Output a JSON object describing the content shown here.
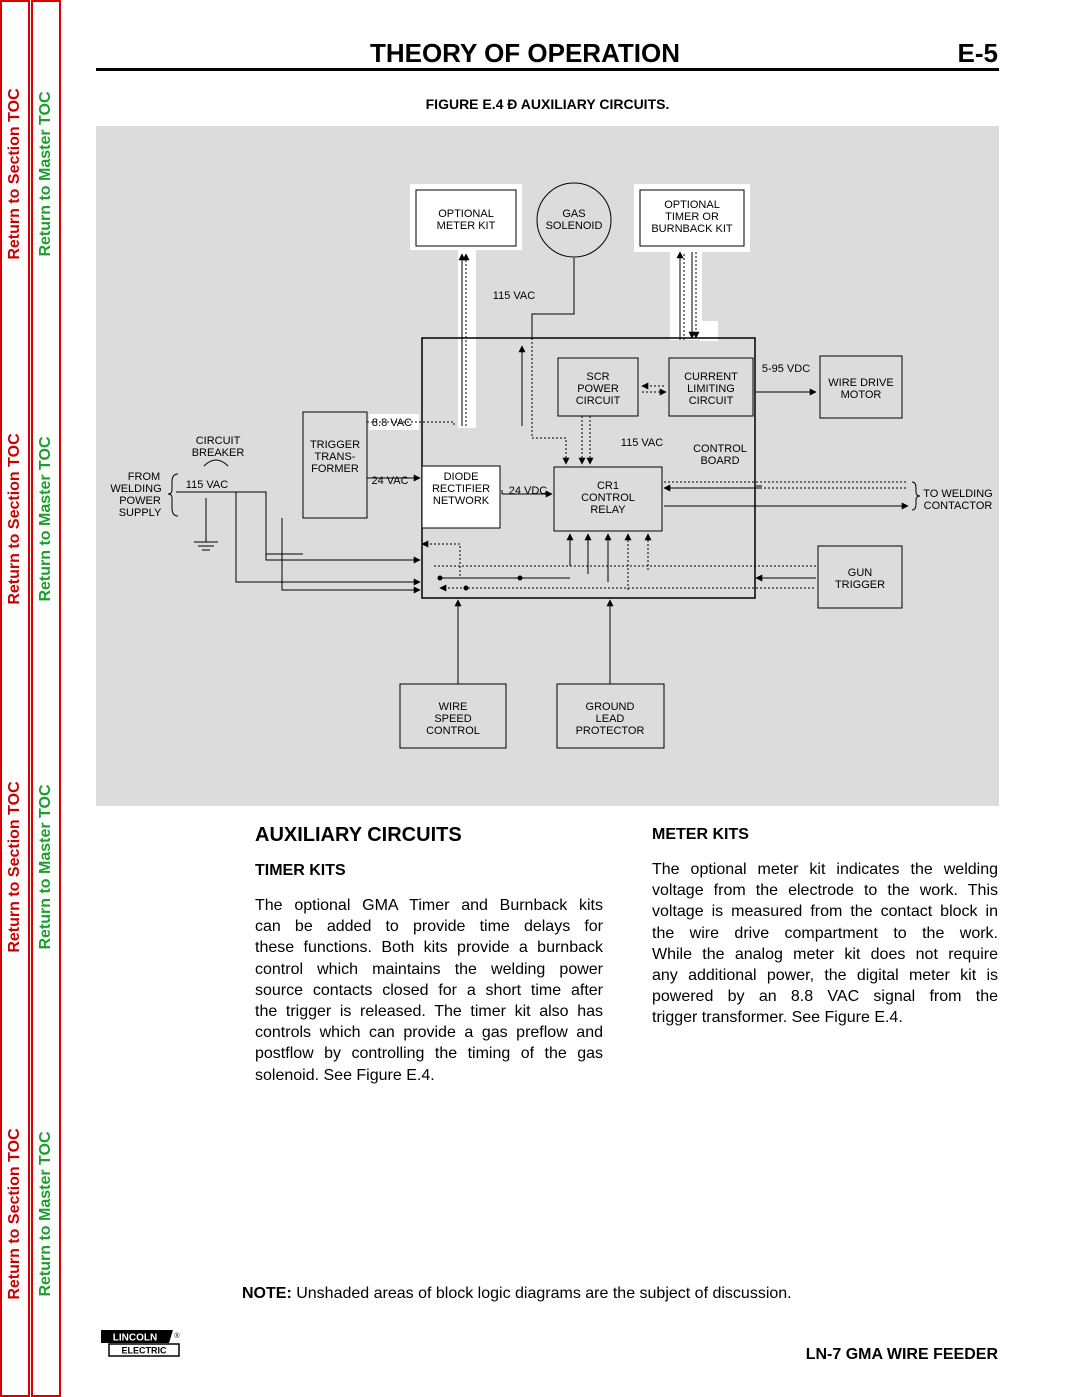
{
  "toc": {
    "section_label": "Return to Section TOC",
    "master_label": "Return to Master TOC"
  },
  "header": {
    "title": "THEORY OF OPERATION",
    "page": "E-5"
  },
  "figure": {
    "caption": "FIGURE E.4 Ð AUXILIARY CIRCUITS.",
    "labels": {
      "optional_meter_kit_1": "OPTIONAL",
      "optional_meter_kit_2": "METER KIT",
      "gas_1": "GAS",
      "gas_2": "SOLENOID",
      "timer_kit_1": "OPTIONAL",
      "timer_kit_2": "TIMER OR",
      "timer_kit_3": "BURNBACK KIT",
      "vac115_top": "115 VAC",
      "scr_1": "SCR",
      "scr_2": "POWER",
      "scr_3": "CIRCUIT",
      "cl_1": "CURRENT",
      "cl_2": "LIMITING",
      "cl_3": "CIRCUIT",
      "vdc_5_95": "5-95 VDC",
      "wd_1": "WIRE DRIVE",
      "wd_2": "MOTOR",
      "vac8_8": "8.8 VAC",
      "cb_1": "CIRCUIT",
      "cb_2": "BREAKER",
      "tt_1": "TRIGGER",
      "tt_2": "TRANS-",
      "tt_3": "FORMER",
      "vac115_mid": "115 VAC",
      "control_board_1": "CONTROL",
      "control_board_2": "BOARD",
      "from_1": "FROM",
      "from_2": "WELDING",
      "from_3": "POWER",
      "from_4": "SUPPLY",
      "vac115_in": "115 VAC",
      "vac24": "24 VAC",
      "diode_1": "DIODE",
      "diode_2": "RECTIFIER",
      "diode_3": "NETWORK",
      "vdc24": "24 VDC",
      "cr1_1": "CR1",
      "cr1_2": "CONTROL",
      "cr1_3": "RELAY",
      "to_welding_1": "TO WELDING",
      "to_welding_2": "CONTACTOR",
      "gun_1": "GUN",
      "gun_2": "TRIGGER",
      "wsc_1": "WIRE",
      "wsc_2": "SPEED",
      "wsc_3": "CONTROL",
      "glp_1": "GROUND",
      "glp_2": "LEAD",
      "glp_3": "PROTECTOR"
    }
  },
  "body": {
    "section_title": "AUXILIARY CIRCUITS",
    "timer_heading": "TIMER KITS",
    "timer_lines": [
      "The optional GMA Timer and Burnback kits",
      "can be added to provide time delays for",
      "these functions. Both kits provide a burnback",
      "control which maintains the welding power",
      "source contacts closed for a short time after",
      "the trigger is released. The timer kit also has",
      "controls which can provide a gas preflow and",
      "postflow by controlling the timing of the gas",
      "solenoid. See Figure E.4."
    ],
    "meter_heading": "METER KITS",
    "meter_lines": [
      "The optional meter kit indicates the welding",
      "voltage from the electrode to the work. This",
      "voltage is measured from the contact block in",
      "the wire drive compartment to the work.",
      "While the analog meter kit does not require",
      "any additional power, the digital meter kit is",
      "powered by an 8.8 VAC signal from the",
      "trigger transformer. See Figure E.4."
    ]
  },
  "note": {
    "label": "NOTE:",
    "text": " Unshaded areas of block logic diagrams are the subject of discussion."
  },
  "footer": {
    "logo_top": "LINCOLN",
    "logo_bottom": "ELECTRIC",
    "logo_reg": "®",
    "model": "LN-7 GMA WIRE FEEDER"
  }
}
